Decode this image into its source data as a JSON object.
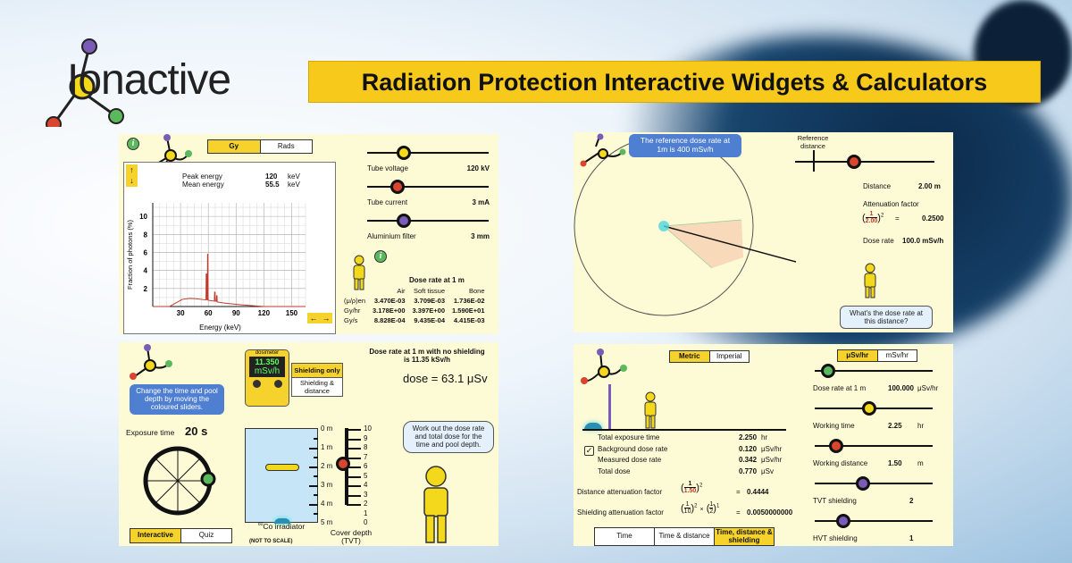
{
  "header": {
    "logo_text": "Ionactive",
    "banner_title": "Radiation Protection Interactive Widgets & Calculators"
  },
  "xray": {
    "unit_toggle": [
      "Gy",
      "Rads"
    ],
    "unit_selected": "Gy",
    "peak_energy_label": "Peak energy",
    "peak_energy": "120",
    "peak_energy_unit": "keV",
    "mean_energy_label": "Mean energy",
    "mean_energy": "55.5",
    "mean_energy_unit": "keV",
    "sliders": [
      {
        "label": "Tube voltage",
        "value": "120 kV",
        "color": "#f4d81c",
        "level": 0.3
      },
      {
        "label": "Tube current",
        "value": "3 mA",
        "color": "#d9452f",
        "level": 0.25
      },
      {
        "label": "Aluminium filter",
        "value": "3 mm",
        "color": "#7a5cb8",
        "level": 0.3
      }
    ],
    "dose_table": {
      "title": "Dose rate at 1 m",
      "columns": [
        "",
        "Air",
        "Soft tissue",
        "Bone"
      ],
      "rows": [
        [
          "(μ/ρ)en",
          "3.470E-03",
          "3.709E-03",
          "1.736E-02"
        ],
        [
          "Gy/hr",
          "3.178E+00",
          "3.397E+00",
          "1.590E+01"
        ],
        [
          "Gy/s",
          "8.828E-04",
          "9.435E-04",
          "4.415E-03"
        ]
      ]
    },
    "icons": [
      "info-icon",
      "arrow-up-icon",
      "arrow-down-icon",
      "arrow-left-icon",
      "arrow-right-icon"
    ]
  },
  "chart_data": {
    "type": "line",
    "title": "",
    "xlabel": "Energy (keV)",
    "ylabel": "Fraction of photons (%)",
    "xlim": [
      0,
      165
    ],
    "ylim": [
      0,
      11.5
    ],
    "grid": true,
    "x_ticks": [
      "30",
      "60",
      "90",
      "120",
      "150"
    ],
    "y_ticks": [
      "2",
      "4",
      "6",
      "8",
      "10"
    ],
    "series": [
      {
        "color": "#c0392b",
        "points": [
          [
            0,
            0
          ],
          [
            18,
            0
          ],
          [
            25,
            0.4
          ],
          [
            32,
            0.8
          ],
          [
            40,
            0.9
          ],
          [
            48,
            0.85
          ],
          [
            56,
            0.75
          ],
          [
            57.5,
            0.75
          ],
          [
            57.7,
            3.6
          ],
          [
            58.3,
            3.6
          ],
          [
            58.5,
            0.75
          ],
          [
            59,
            0.75
          ],
          [
            59.2,
            5.8
          ],
          [
            59.6,
            5.8
          ],
          [
            59.8,
            0.7
          ],
          [
            66.5,
            0.6
          ],
          [
            66.8,
            1.6
          ],
          [
            67.3,
            1.6
          ],
          [
            67.6,
            0.6
          ],
          [
            68.8,
            0.6
          ],
          [
            69,
            1.2
          ],
          [
            69.4,
            1.2
          ],
          [
            69.6,
            0.5
          ],
          [
            80,
            0.35
          ],
          [
            95,
            0.2
          ],
          [
            110,
            0.08
          ],
          [
            120,
            0
          ],
          [
            165,
            0
          ]
        ]
      }
    ]
  },
  "inverse_square": {
    "bubble": "The reference dose rate at 1m is 400 mSv/h",
    "reference_label": "Reference distance",
    "distance_label": "Distance",
    "distance": "2.00 m",
    "attenuation_label": "Attenuation factor",
    "fraction_num": "1",
    "fraction_den": "2.00",
    "exponent": "2",
    "equals": "=",
    "attenuation": "0.2500",
    "dose_rate_label": "Dose rate",
    "dose_rate": "100.0 mSv/h",
    "question": "What's the dose rate at this distance?",
    "slider_color": "#d9452f"
  },
  "pool": {
    "dosimeter_label": "dosimeter",
    "dosimeter_value": "11.350",
    "dosimeter_unit": "mSv/h",
    "mode_toggle": [
      "Shielding only",
      "Shielding & distance"
    ],
    "mode_selected": "Shielding only",
    "reference_text": "Dose rate at 1 m with no shielding is 11.35 kSv/h",
    "dose_text": "dose = 63.1 μSv",
    "bubble": "Change the time and pool depth by moving the coloured sliders.",
    "exposure_label": "Exposure time",
    "exposure_value": "20 s",
    "depth_ticks": [
      "0 m",
      "1 m",
      "2 m",
      "3 m",
      "4 m",
      "5 m"
    ],
    "tvt_ticks": [
      "10",
      "9",
      "8",
      "7",
      "6",
      "5",
      "4",
      "3",
      "2",
      "1",
      "0"
    ],
    "tvt_value": 6,
    "source_label_sup": "60",
    "source_label": "Co irradiator",
    "not_to_scale": "(NOT TO SCALE)",
    "cover_label": "Cover depth (TVT)",
    "speech": "Work out the dose rate and total dose for the time and pool depth.",
    "bottom_toggle": [
      "Interactive",
      "Quiz"
    ],
    "bottom_selected": "Interactive"
  },
  "tds": {
    "unit_toggle": [
      "Metric",
      "Imperial"
    ],
    "unit_selected": "Metric",
    "rate_toggle": [
      "μSv/hr",
      "mSv/hr"
    ],
    "rate_selected": "μSv/hr",
    "results": [
      {
        "label": "Total exposure time",
        "value": "2.250",
        "unit": "hr"
      },
      {
        "label": "Background dose rate",
        "value": "0.120",
        "unit": "μSv/hr",
        "checkbox": true
      },
      {
        "label": "Measured dose rate",
        "value": "0.342",
        "unit": "μSv/hr"
      },
      {
        "label": "Total dose",
        "value": "0.770",
        "unit": "μSv"
      }
    ],
    "distance_factor_label": "Distance attenuation factor",
    "distance_factor_den": "1.50",
    "distance_factor": "0.4444",
    "shielding_factor_label": "Shielding attenuation factor",
    "shielding_factor": "0.0050000000",
    "frac_1": "1",
    "frac_10": "10",
    "frac_2": "2",
    "exp_2": "2",
    "exp_1": "1",
    "times": "×",
    "equals": "=",
    "sliders": [
      {
        "label": "Dose rate at 1 m",
        "value": "100.000",
        "unit": "μSv/hr",
        "color": "#5cb85c",
        "level": 0.05
      },
      {
        "label": "Working time",
        "value": "2.25",
        "unit": "hr",
        "color": "#f4d81c",
        "level": 0.4
      },
      {
        "label": "Working distance",
        "value": "1.50",
        "unit": "m",
        "color": "#d9452f",
        "level": 0.12
      },
      {
        "label": "TVT shielding",
        "value": "2",
        "unit": "",
        "color": "#7a5cb8",
        "level": 0.35
      },
      {
        "label": "HVT shielding",
        "value": "1",
        "unit": "",
        "color": "#7a5cb8",
        "level": 0.18
      }
    ],
    "mode_tabs": [
      "Time",
      "Time & distance",
      "Time, distance & shielding"
    ],
    "mode_selected": "Time, distance & shielding"
  }
}
